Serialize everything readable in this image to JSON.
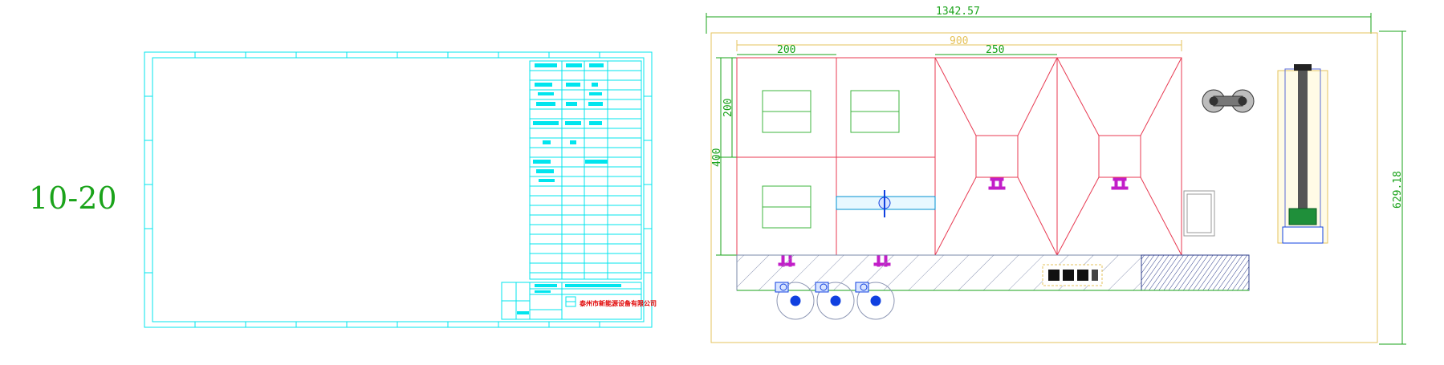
{
  "sheet": {
    "range_label": "10-20"
  },
  "title_block": {
    "company_name": "泰州市新能源设备有限公司"
  },
  "dimensions": {
    "overall_width": "1342.57",
    "overall_height": "629.18",
    "inner_width": "900",
    "room_width": "200",
    "hopper_width": "250",
    "room_height": "200",
    "total_height": "400"
  },
  "colors": {
    "frame": "#00e5ee",
    "dimension": "#1aa31a",
    "boundary": "#e6c35c",
    "building": "#e83a52",
    "window": "#3cb43c",
    "equipment": "#c21ec8",
    "conveyor": "#0090d0",
    "pump": "#1040e0",
    "hatch": "#7a88aa"
  }
}
